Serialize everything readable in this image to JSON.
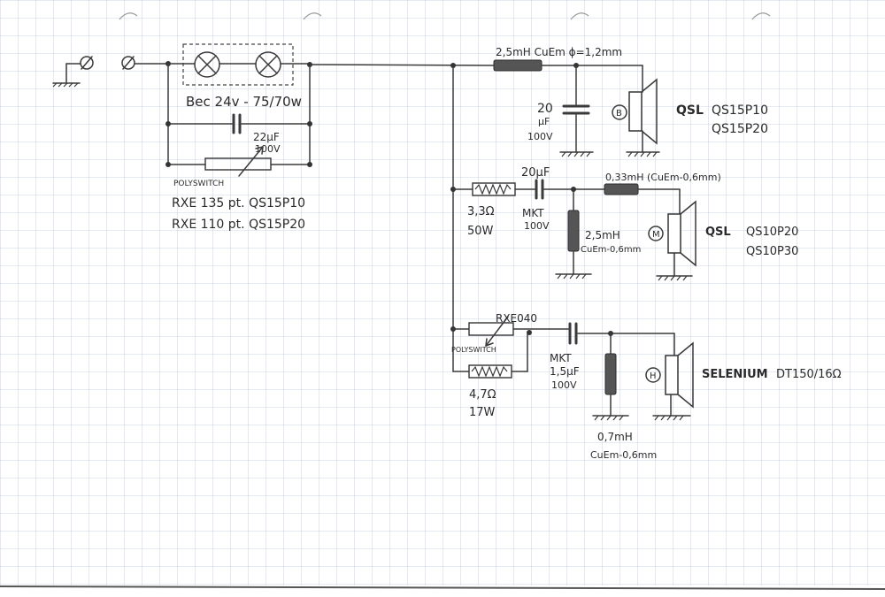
{
  "paper": {
    "grid_color": "#bcc6e0",
    "ink_color": "#333333"
  },
  "input": {
    "ground_icon": "ground-icon",
    "terminal_icon": "terminal-icon"
  },
  "bulbs": {
    "label": "Bec 24v - 75/70w"
  },
  "cap_22": {
    "value": "22µF",
    "voltage": "100V"
  },
  "polyswitch_top": {
    "label": "POLYSWITCH",
    "line1": "RXE 135 pt. QS15P10",
    "line2": "RXE 110 pt. QS15P20"
  },
  "tweeter_branch": {
    "inductor_label": "2,5mH CuEm ϕ=1,2mm",
    "cap_value": "20",
    "cap_unit": "µF",
    "cap_voltage": "100V",
    "speaker_letter": "B",
    "brand": "QSL",
    "model1": "QS15P10",
    "model2": "QS15P20"
  },
  "mid_branch": {
    "resistor_value": "3,3Ω",
    "resistor_power": "50W",
    "cap_value": "20µF",
    "cap_type": "MKT",
    "cap_voltage": "100V",
    "series_inductor": "0,33mH (CuEm-0,6mm)",
    "shunt_inductor_value": "2,5mH",
    "shunt_inductor_wire": "CuEm-0,6mm",
    "speaker_letter": "M",
    "brand": "QSL",
    "model1": "QS10P20",
    "model2": "QS10P30"
  },
  "high_branch": {
    "ptc_label": "RXE040",
    "polyswitch_label": "POLYSWITCH",
    "resistor_value": "4,7Ω",
    "resistor_power": "17W",
    "cap_type": "MKT",
    "cap_value": "1,5µF",
    "cap_voltage": "100V",
    "shunt_inductor_value": "0,7mH",
    "shunt_inductor_wire": "CuEm-0,6mm",
    "speaker_letter": "H",
    "brand": "SELENIUM",
    "model": "DT150/16Ω"
  }
}
